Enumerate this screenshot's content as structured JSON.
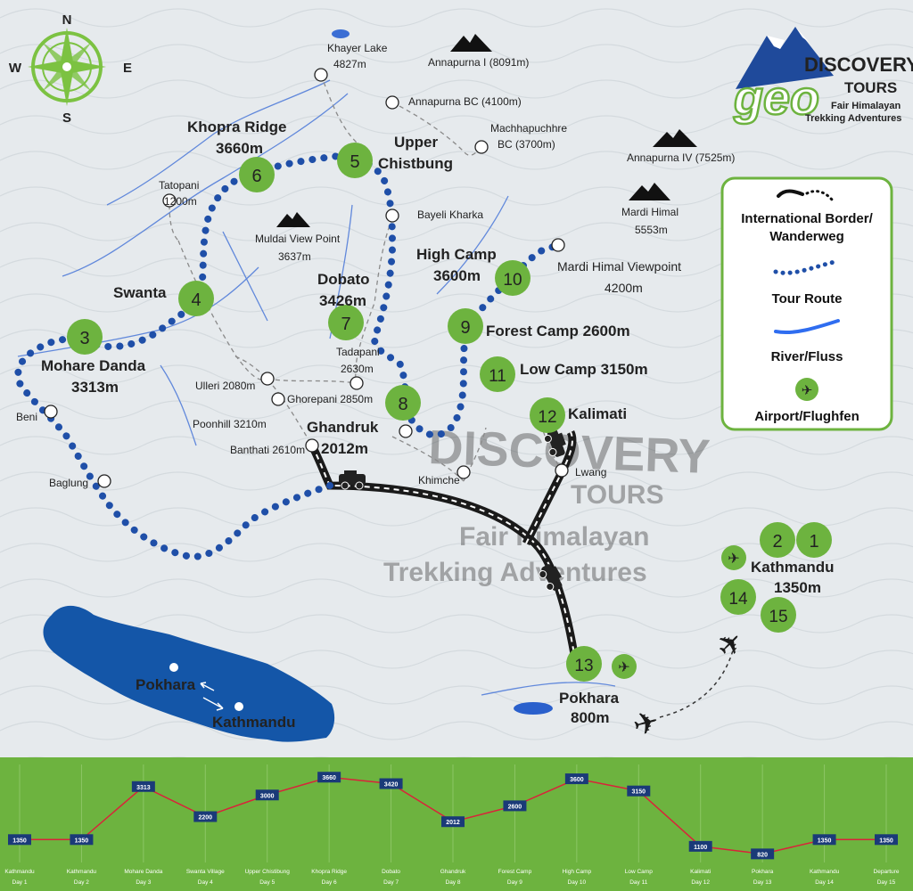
{
  "brand": {
    "logo_geo": "geo",
    "logo_discovery": "DISCOVERY",
    "logo_tours": "TOURS",
    "tagline_1": "Fair Himalayan",
    "tagline_2": "Trekking Adventures"
  },
  "compass": {
    "n": "N",
    "s": "S",
    "e": "E",
    "w": "W"
  },
  "legend": {
    "border_label_1": "International Border/",
    "border_label_2": "Wanderweg",
    "route_label": "Tour Route",
    "river_label": "River/Fluss",
    "airport_label": "Airport/Flughfen"
  },
  "peaks": [
    {
      "name": "Annapurna I (8091m)"
    },
    {
      "name": "Annapurna IV (7525m)"
    },
    {
      "name": "Mardi Himal",
      "elev": "5553m"
    },
    {
      "name": "Muldai View Point",
      "elev": "3637m"
    }
  ],
  "places": [
    {
      "name": "Khayer Lake",
      "elev": "4827m"
    },
    {
      "name": "Annapurna BC (4100m)"
    },
    {
      "name": "Machhapuchhre",
      "elev": "BC (3700m)"
    },
    {
      "name": "Tatopani",
      "elev": "1200m"
    },
    {
      "name": "Bayeli Kharka"
    },
    {
      "name": "Tadapani",
      "elev": "2630m"
    },
    {
      "name": "Ulleri 2080m"
    },
    {
      "name": "Ghorepani 2850m"
    },
    {
      "name": "Poonhill 3210m"
    },
    {
      "name": "Banthati 2610m"
    },
    {
      "name": "Beni"
    },
    {
      "name": "Baglung"
    },
    {
      "name": "Khimche"
    },
    {
      "name": "Lwang"
    }
  ],
  "stops": [
    {
      "num": "3",
      "name": "Mohare Danda",
      "elev": "3313m"
    },
    {
      "num": "4",
      "name": "Swanta"
    },
    {
      "num": "6",
      "name": "Khopra Ridge",
      "elev": "3660m"
    },
    {
      "num": "5",
      "name": "Upper",
      "elev": "Chistbung"
    },
    {
      "num": "7",
      "name": "Dobato",
      "elev": "3426m"
    },
    {
      "num": "8",
      "name": "Ghandruk",
      "elev": "2012m"
    },
    {
      "num": "10",
      "name": "High Camp",
      "elev": "3600m"
    },
    {
      "num": "9",
      "name": "Forest Camp 2600m"
    },
    {
      "num": "11",
      "name": "Low Camp 3150m"
    },
    {
      "num": "12",
      "name": "Kalimati"
    },
    {
      "num": "13",
      "name": "Pokhara",
      "elev": "800m"
    },
    {
      "num": "1",
      "name": "Kathmandu",
      "elev": "1350m"
    },
    {
      "num": "2"
    },
    {
      "num": "14"
    },
    {
      "num": "15"
    }
  ],
  "viewpoint": {
    "name": "Mardi Himal Viewpoint",
    "elev": "4200m"
  },
  "nepal_inset": {
    "city_1": "Pokhara",
    "city_2": "Kathmandu"
  },
  "watermark": {
    "line_1": "DISCOVERY",
    "line_2": "TOURS",
    "line_3": "Fair Himalayan",
    "line_4": "Trekking Adventures"
  },
  "colors": {
    "green": "#6db33f",
    "route_blue": "#1f4fa8",
    "river_blue": "#4a78d8",
    "nepal_blue": "#1456a8",
    "profile_line": "#d9233a"
  },
  "chart_data": {
    "type": "line",
    "title": "",
    "xlabel": "",
    "ylabel": "",
    "ylim": [
      700,
      3800
    ],
    "grid": true,
    "categories": [
      "Kathmandu",
      "Kathmandu",
      "Mohare Danda",
      "Swanta Village",
      "Upper Chistibung",
      "Khopra Ridge",
      "Dobato",
      "Ghandruk",
      "Forest Camp",
      "High Camp",
      "Low Camp",
      "Kalimati",
      "Pokhara",
      "Kathmandu",
      "Departure"
    ],
    "days": [
      "Day 1",
      "Day 2",
      "Day 3",
      "Day 4",
      "Day 5",
      "Day 6",
      "Day 7",
      "Day 8",
      "Day 9",
      "Day 10",
      "Day 11",
      "Day 12",
      "Day 13",
      "Day 14",
      "Day 15"
    ],
    "values": [
      1350,
      1350,
      3313,
      2200,
      3000,
      3660,
      3420,
      2012,
      2600,
      3600,
      3150,
      1100,
      820,
      1350,
      1350
    ]
  }
}
